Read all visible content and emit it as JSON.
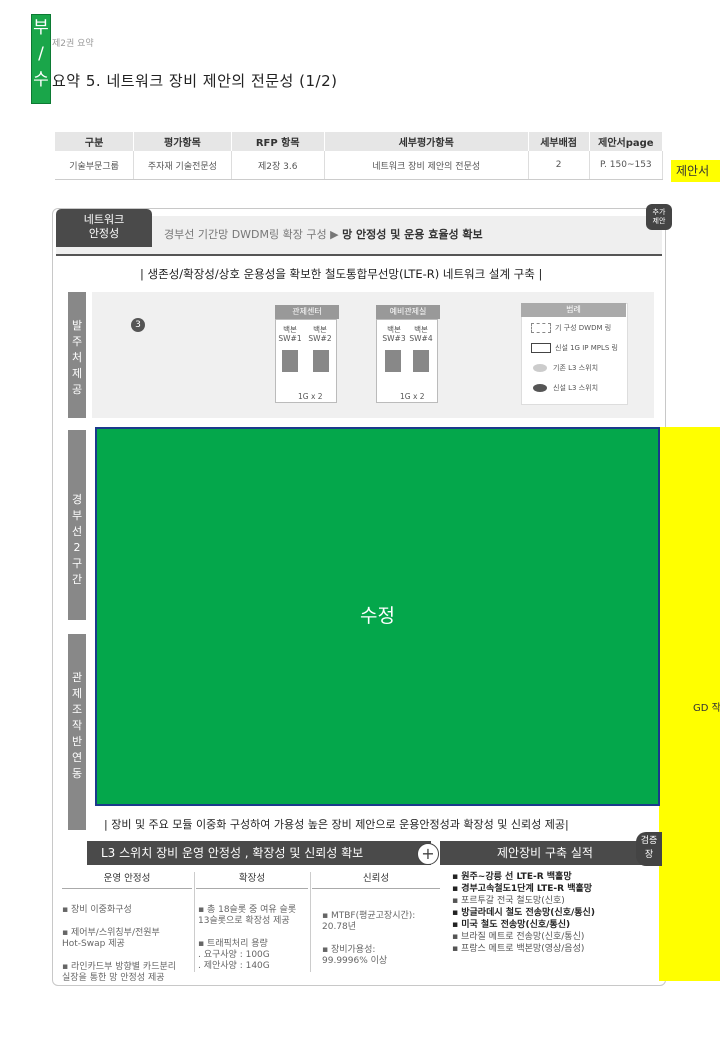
{
  "side_tab": [
    "부",
    "/",
    "수"
  ],
  "breadcrumb": "제2권 요약",
  "page_title": "요약 5. 네트워크 장비 제안의 전문성 (1/2)",
  "eval_table": {
    "headers": [
      "구분",
      "평가항목",
      "RFP 항목",
      "세부평가항목",
      "세부배점",
      "제안서page"
    ],
    "row": [
      "기술부문그룹",
      "주자재 기술전문성",
      "제2장 3.6",
      "네트워크 장비 제안의 전문성",
      "2",
      "P. 150~153"
    ]
  },
  "side_note": "제안서",
  "card": {
    "tab": "네트워크\n안정성",
    "header_plain": "경부선 기간망 DWDM링 확장 구성 ▶ ",
    "header_bold": "망 안정성 및 운용 효율성 확보",
    "badge": "추가\n제안",
    "subtitle": "| 생존성/확장성/상호 운용성을 확보한 철도통합무선망(LTE-R) 네트워크 설계 구축 |",
    "sections": [
      "발주처제공",
      "경부선2구간",
      "관제조작반연동"
    ],
    "step_number": "3",
    "centers": [
      {
        "name": "관제센터",
        "switches": [
          {
            "l1": "백본",
            "l2": "SW#1"
          },
          {
            "l1": "백본",
            "l2": "SW#2"
          }
        ],
        "link": "1G x 2"
      },
      {
        "name": "예비관제실",
        "switches": [
          {
            "l1": "백본",
            "l2": "SW#3"
          },
          {
            "l1": "백본",
            "l2": "SW#4"
          }
        ],
        "link": "1G x 2"
      }
    ],
    "legend": {
      "title": "범례",
      "items": [
        "기 구성 DWDM 링",
        "신설 1G IP MPLS 링",
        "기존 L3 스위치",
        "신설 L3 스위치"
      ]
    },
    "green_label": "수정",
    "right_note": "GD 작",
    "bottom_subtitle": "| 장비 및 주요 모듈 이중화 구성하여 가용성 높은 장비 제안으로 운용안정성과 확장성 및 신뢰성 제공|",
    "bar1": "L3 스위치 장비 운영 안정성 , 확장성 및 신뢰성  확보",
    "bar2": "제안장비 구축 실적",
    "check_tag": "검증\n장",
    "columns": [
      {
        "head": "운영 안정성",
        "items": [
          "▪ 장비 이중화구성",
          "▪ 제어부/스위칭부/전원부\n  Hot-Swap 제공",
          "▪ 라인카드부 방향별 카드분리\n  실장을 통한 망 안정성 제공"
        ]
      },
      {
        "head": "확장성",
        "items": [
          "▪ 총 18슬롯 중 여유 슬롯\n  13슬롯으로 확장성 제공",
          "▪ 트래픽처리 용량\n  . 요구사양 : 100G\n  . 제안사양 : 140G"
        ]
      },
      {
        "head": "신뢰성",
        "items": [
          "▪ MTBF(평균고장시간):\n  20.78년",
          "▪ 장비가용성:\n  99.9996% 이상"
        ]
      }
    ],
    "references": [
      {
        "text": "▪ 원주~강릉 선 LTE-R 백홀망",
        "bold": true
      },
      {
        "text": "▪ 경부고속철도1단계 LTE-R 백홀망",
        "bold": true
      },
      {
        "text": "▪ 포르투갈 전국 철도망(신호)",
        "bold": false
      },
      {
        "text": "▪ 방글라데시 철도 전송망(신호/통신)",
        "bold": true
      },
      {
        "text": "▪ 미국 철도 전송망(신호/통신)",
        "bold": true
      },
      {
        "text": "▪ 브라질 메트로 전송망(신호/통신)",
        "bold": false
      },
      {
        "text": "▪ 프랑스 메트로 백본망(영상/음성)",
        "bold": false
      }
    ]
  },
  "colors": {
    "green": "#04a74b",
    "yellow": "#ffff00",
    "dark": "#4a4a4a"
  }
}
